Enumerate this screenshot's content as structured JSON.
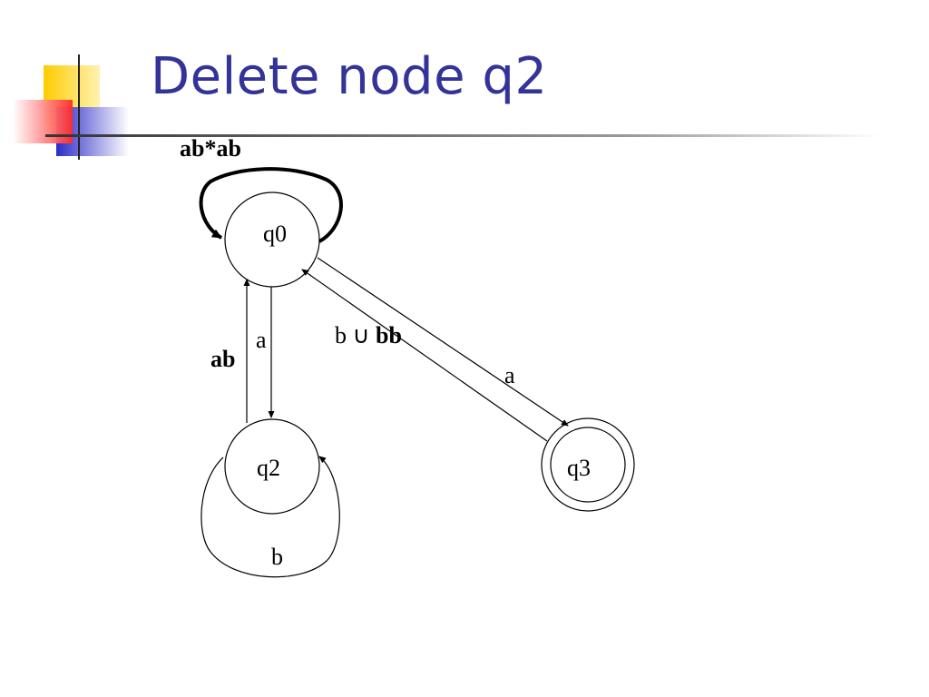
{
  "slide": {
    "title": "Delete node q2",
    "accent_colors": {
      "title": "#333399",
      "yellow": "#FFCC00",
      "red": "#FF3333",
      "blue": "#3333CC"
    }
  },
  "diagram": {
    "nodes": [
      {
        "id": "q0",
        "label": "q0",
        "accepting": false
      },
      {
        "id": "q2",
        "label": "q2",
        "accepting": false
      },
      {
        "id": "q3",
        "label": "q3",
        "accepting": true
      }
    ],
    "edges": [
      {
        "from": "q0",
        "to": "q0",
        "label": "ab*ab",
        "emphasized": true
      },
      {
        "from": "q0",
        "to": "q2",
        "label": "a",
        "emphasized": false
      },
      {
        "from": "q2",
        "to": "q0",
        "label": "ab",
        "emphasized": true
      },
      {
        "from": "q2",
        "to": "q2",
        "label": "b",
        "emphasized": false
      },
      {
        "from": "q0",
        "to": "q3",
        "label": "a",
        "emphasized": false
      },
      {
        "from": "q3",
        "to": "q0",
        "label_prefix": "b ∪ ",
        "label_suffix": "bb",
        "emphasized": false
      }
    ]
  }
}
